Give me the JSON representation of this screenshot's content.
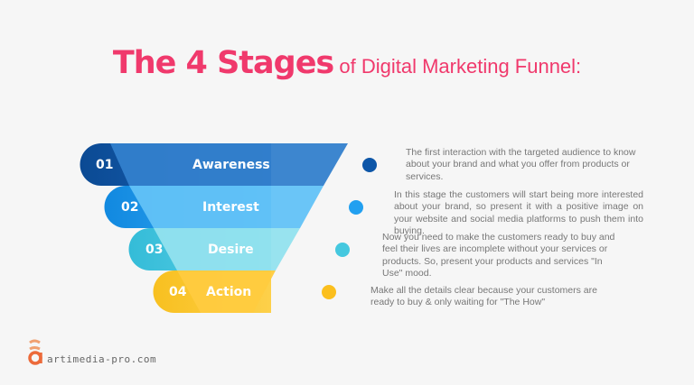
{
  "title": {
    "bold": "The 4 Stages",
    "rest": " of Digital Marketing Funnel:"
  },
  "stages": [
    {
      "number": "01",
      "label": "Awareness",
      "color": "#2b78c8",
      "pill_color": "#0d4f9c",
      "dot_color": "#0d56a8",
      "description": "The first interaction with the targeted audience to know about your brand and what you offer from products or services."
    },
    {
      "number": "02",
      "label": "Interest",
      "color": "#5bbdf5",
      "pill_color": "#1a95e8",
      "dot_color": "#22a0f0",
      "description": "In this stage the customers will start being more interested about your brand, so present it with a positive image on your website and social media platforms to push them into buying."
    },
    {
      "number": "03",
      "label": "Desire",
      "color": "#8ee0ec",
      "pill_color": "#3cc3de",
      "dot_color": "#45c8df",
      "description": "Now you need to make the customers ready to buy and feel their lives are incomplete without your services or products. So, present your products and services \"In Use\" mood."
    },
    {
      "number": "04",
      "label": "Action",
      "color": "#ffc93a",
      "pill_color": "#fbc52a",
      "dot_color": "#fbbf1e",
      "description": "Make all the details clear because your customers are ready to buy & only waiting for \"The How\""
    }
  ],
  "footer": {
    "logo_glyph": "a",
    "site": "artimedia-pro.com"
  }
}
